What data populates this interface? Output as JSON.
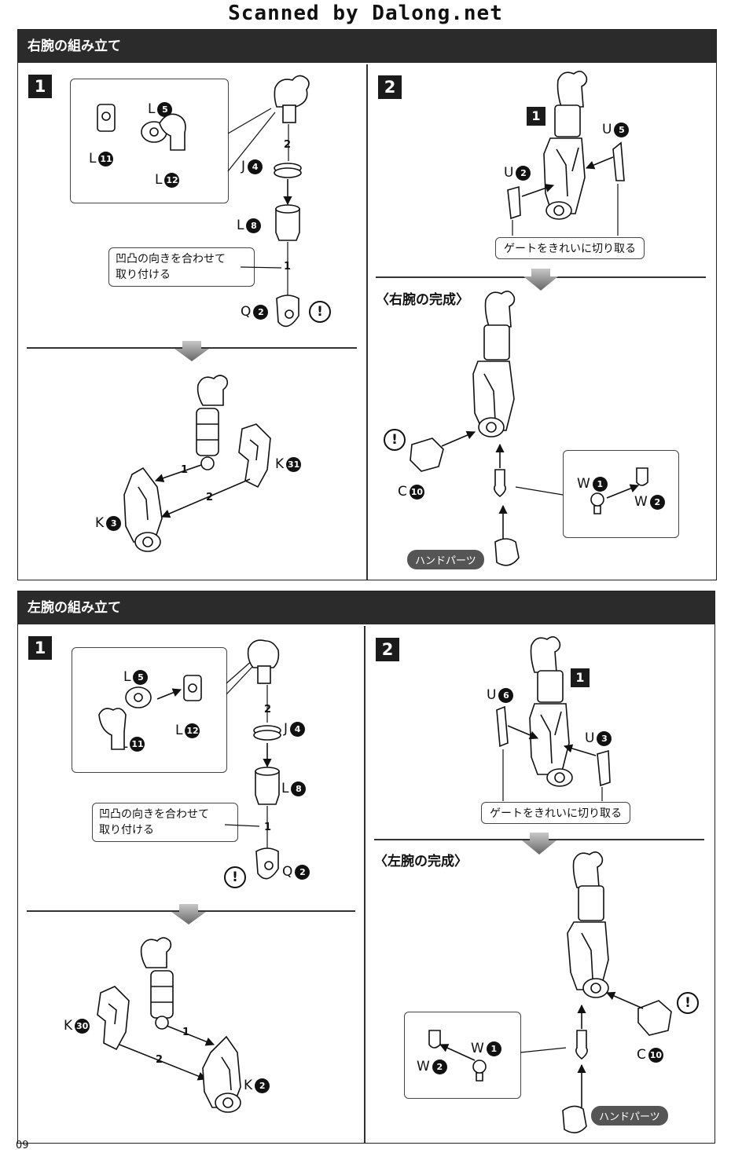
{
  "header": {
    "scan_credit": "Scanned by Dalong.net"
  },
  "page_number": "09",
  "sections": [
    {
      "title": "右腕の組み立て",
      "step1": {
        "number": "1",
        "inset_labels": [
          {
            "letter": "L",
            "num": "5"
          },
          {
            "letter": "L",
            "num": "11"
          },
          {
            "letter": "L",
            "num": "12"
          }
        ],
        "stack_labels": [
          {
            "letter": "J",
            "num": "4"
          },
          {
            "letter": "L",
            "num": "8"
          },
          {
            "letter": "Q",
            "num": "2"
          }
        ],
        "order": [
          "2",
          "1"
        ],
        "note": [
          "凹凸の向きを合わせて",
          "取り付ける"
        ],
        "warning": "!",
        "sub_labels": [
          {
            "letter": "K",
            "num": "31"
          },
          {
            "letter": "K",
            "num": "3"
          }
        ],
        "sub_order": [
          "1",
          "2"
        ]
      },
      "step2": {
        "number": "2",
        "ref": "1",
        "labels": [
          {
            "letter": "U",
            "num": "2"
          },
          {
            "letter": "U",
            "num": "5"
          }
        ],
        "gate": "ゲートをきれいに切り取る",
        "complete": "〈右腕の完成〉",
        "comp_labels": [
          {
            "letter": "C",
            "num": "10"
          },
          {
            "letter": "W",
            "num": "1"
          },
          {
            "letter": "W",
            "num": "2"
          }
        ],
        "warning": "!",
        "hand_tag": "ハンドパーツ"
      }
    },
    {
      "title": "左腕の組み立て",
      "step1": {
        "number": "1",
        "inset_labels": [
          {
            "letter": "L",
            "num": "5"
          },
          {
            "letter": "L",
            "num": "12"
          },
          {
            "letter": "L",
            "num": "11"
          }
        ],
        "stack_labels": [
          {
            "letter": "J",
            "num": "4"
          },
          {
            "letter": "L",
            "num": "8"
          },
          {
            "letter": "Q",
            "num": "2"
          }
        ],
        "order": [
          "2",
          "1"
        ],
        "note": [
          "凹凸の向きを合わせて",
          "取り付ける"
        ],
        "warning": "!",
        "sub_labels": [
          {
            "letter": "K",
            "num": "30"
          },
          {
            "letter": "K",
            "num": "2"
          }
        ],
        "sub_order": [
          "1",
          "2"
        ]
      },
      "step2": {
        "number": "2",
        "ref": "1",
        "labels": [
          {
            "letter": "U",
            "num": "6"
          },
          {
            "letter": "U",
            "num": "3"
          }
        ],
        "gate": "ゲートをきれいに切り取る",
        "complete": "〈左腕の完成〉",
        "comp_labels": [
          {
            "letter": "C",
            "num": "10"
          },
          {
            "letter": "W",
            "num": "1"
          },
          {
            "letter": "W",
            "num": "2"
          }
        ],
        "warning": "!",
        "hand_tag": "ハンドパーツ"
      }
    }
  ]
}
